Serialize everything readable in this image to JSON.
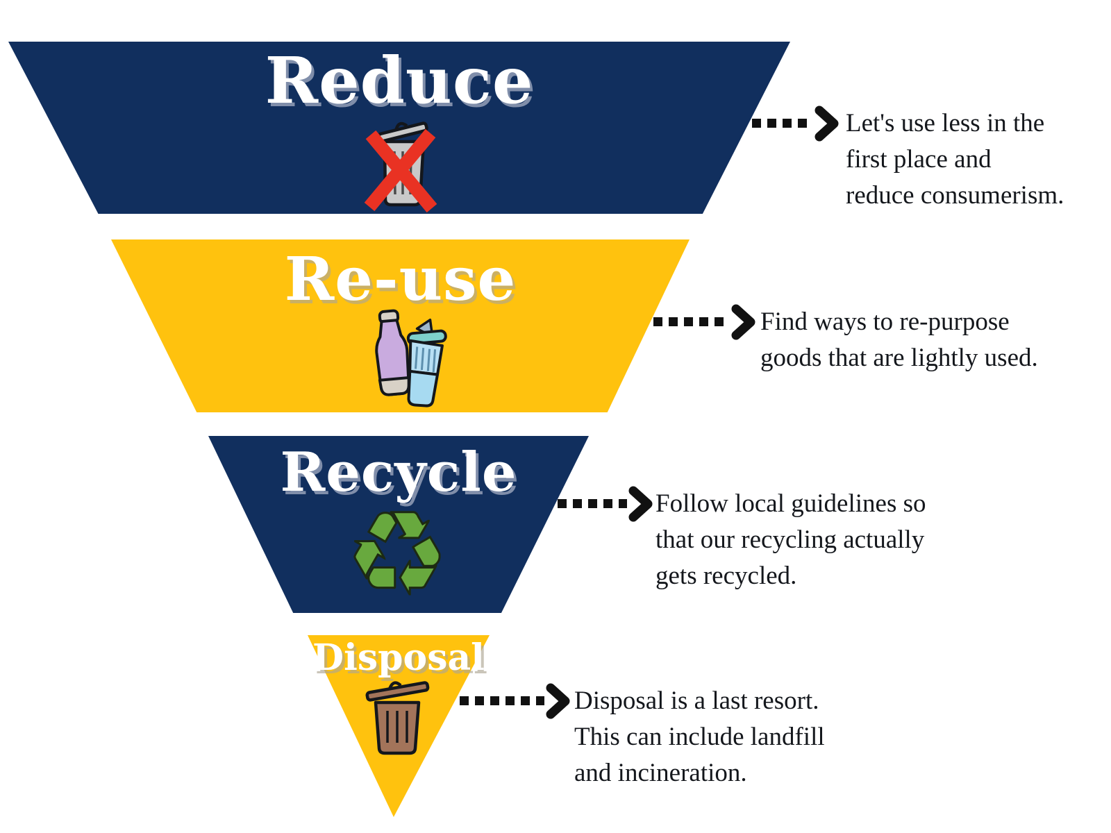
{
  "colors": {
    "navy": "#112f5e",
    "yellow": "#ffc20e",
    "title_text": "#ffffff",
    "body_text": "#14171c",
    "arrow_black": "#111111",
    "red_x": "#e93223",
    "recycle_green": "#68a93e",
    "bottle_purple": "#c9abdf",
    "cup_blue": "#b9e0f4",
    "lid_teal": "#7ed0cb",
    "bin_brown": "#a3745a",
    "bin_grey": "#c9c9c9"
  },
  "icons": {
    "recycle_symbol": "♻"
  },
  "funnel": {
    "tiers": [
      {
        "id": "reduce",
        "label": "Reduce",
        "icon": "no-waste-crossed-trash-icon",
        "shape_color": "#112f5e",
        "description_lines": [
          "Let's use less in the",
          "first place and",
          "reduce consumerism."
        ]
      },
      {
        "id": "reuse",
        "label": "Re-use",
        "icon": "reusable-bottle-and-cup-icon",
        "shape_color": "#ffc20e",
        "description_lines": [
          "Find ways to re-purpose",
          "goods that are lightly used."
        ]
      },
      {
        "id": "recycle",
        "label": "Recycle",
        "icon": "recycling-arrows-icon",
        "shape_color": "#112f5e",
        "description_lines": [
          "Follow local guidelines so",
          "that our recycling actually",
          "gets recycled."
        ]
      },
      {
        "id": "disposal",
        "label": "Disposal",
        "icon": "trash-bin-icon",
        "shape_color": "#ffc20e",
        "description_lines": [
          "Disposal is a last resort.",
          "This can include landfill",
          "and incineration."
        ]
      }
    ]
  }
}
